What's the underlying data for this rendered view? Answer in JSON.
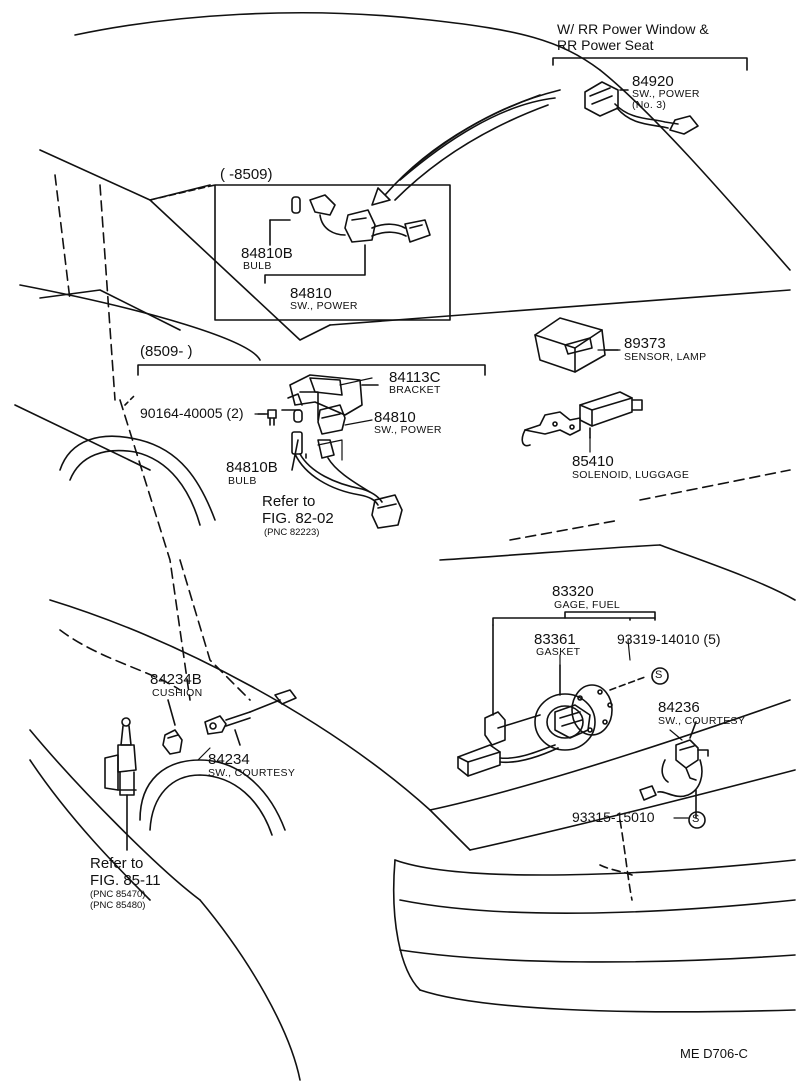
{
  "header": {
    "line1": "W/ RR Power Window &",
    "line2": "RR Power Seat"
  },
  "box_top": {
    "range": "(       -8509)"
  },
  "box_mid": {
    "range": "(8509-       )"
  },
  "parts": {
    "p84920": {
      "number": "84920",
      "name": "SW., POWER",
      "note": "(No. 3)"
    },
    "p84810B_top": {
      "number": "84810B",
      "name": "BULB"
    },
    "p84810_top": {
      "number": "84810",
      "name": "SW., POWER"
    },
    "p89373": {
      "number": "89373",
      "name": "SENSOR, LAMP"
    },
    "p84113C": {
      "number": "84113C",
      "name": "BRACKET"
    },
    "p90164": {
      "number": "90164-40005 (2)"
    },
    "p84810_mid": {
      "number": "84810",
      "name": "SW., POWER"
    },
    "p85410": {
      "number": "85410",
      "name": "SOLENOID, LUGGAGE"
    },
    "p84810B_mid": {
      "number": "84810B",
      "name": "BULB"
    },
    "p83320": {
      "number": "83320",
      "name": "GAGE, FUEL"
    },
    "p83361": {
      "number": "83361",
      "name": "GASKET"
    },
    "p93319": {
      "number": "93319-14010 (5)"
    },
    "p84234B": {
      "number": "84234B",
      "name": "CUSHION"
    },
    "p84236": {
      "number": "84236",
      "name": "SW., COURTESY"
    },
    "p84234": {
      "number": "84234",
      "name": "SW., COURTESY"
    },
    "p93315": {
      "number": "93315-15010"
    }
  },
  "refs": {
    "ref1": {
      "line1": "Refer to",
      "line2": "FIG. 82-02",
      "line3": "(PNC 82223)"
    },
    "ref2": {
      "line1": "Refer to",
      "line2": "FIG. 85-11",
      "line3": "(PNC 85470)",
      "line4": "(PNC 85480)"
    }
  },
  "symbols": {
    "s": "S"
  },
  "footer": {
    "code": "ME  D706-C"
  }
}
